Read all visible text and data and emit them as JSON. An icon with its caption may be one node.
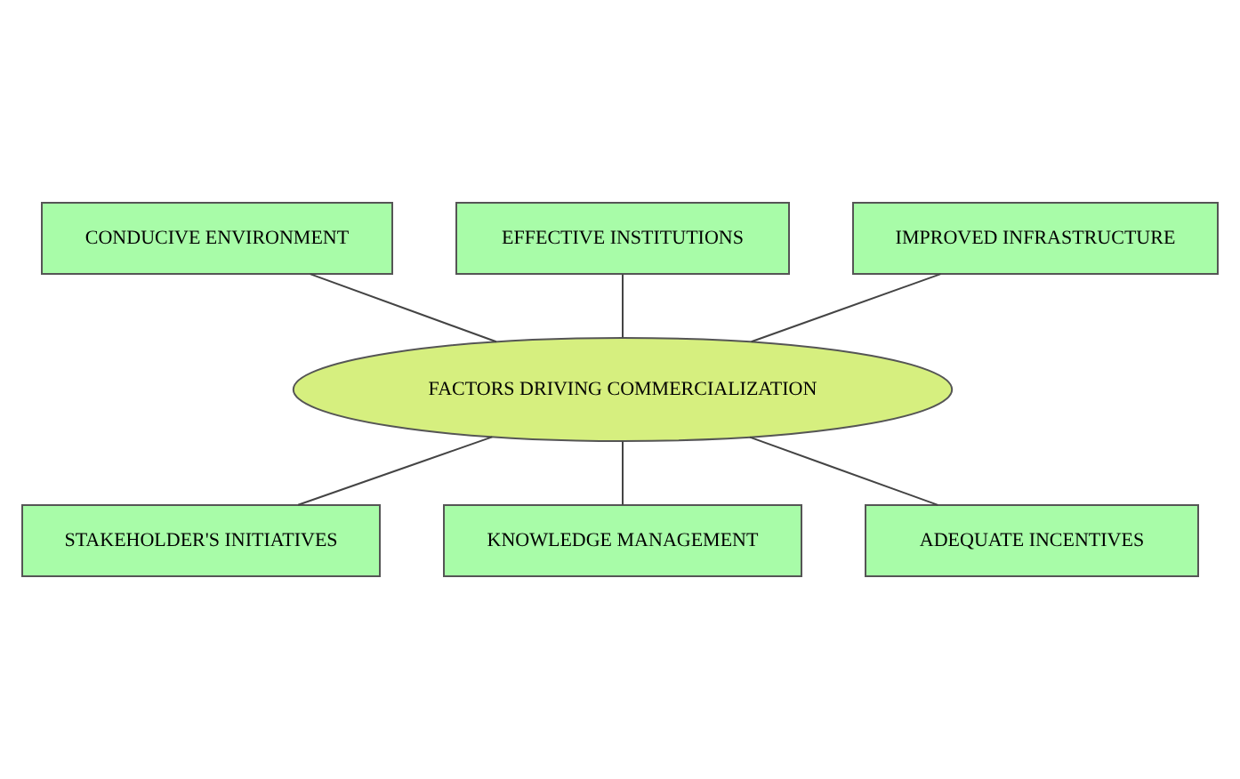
{
  "diagram": {
    "nodes": [
      {
        "text": [
          "EFFECTIVE INSTITUTIONS"
        ]
      },
      {
        "text": [
          "CONDUCIVE ENVIRONMENT"
        ]
      },
      {
        "text": [
          "IMPROVED INFRASTRUCTURE"
        ]
      },
      {
        "text": [
          "FACTORS DRIVING COMMERCIALIZATION"
        ]
      },
      {
        "text": [
          "STAKEHOLDER'S INITIATIVES"
        ]
      },
      {
        "text": [
          "KNOWLEDGE MANAGEMENT"
        ]
      },
      {
        "text": [
          "ADEQUATE INCENTIVES"
        ]
      }
    ],
    "edges": [
      {
        "from": 3,
        "to": 0,
        "arrow": "none"
      },
      {
        "from": 3,
        "to": 1,
        "arrow": "none"
      },
      {
        "from": 3,
        "to": 2,
        "arrow": "none"
      },
      {
        "from": 3,
        "to": 4,
        "arrow": "none"
      },
      {
        "from": 3,
        "to": 5,
        "arrow": "none"
      },
      {
        "from": 3,
        "to": 6,
        "arrow": "none"
      }
    ]
  }
}
